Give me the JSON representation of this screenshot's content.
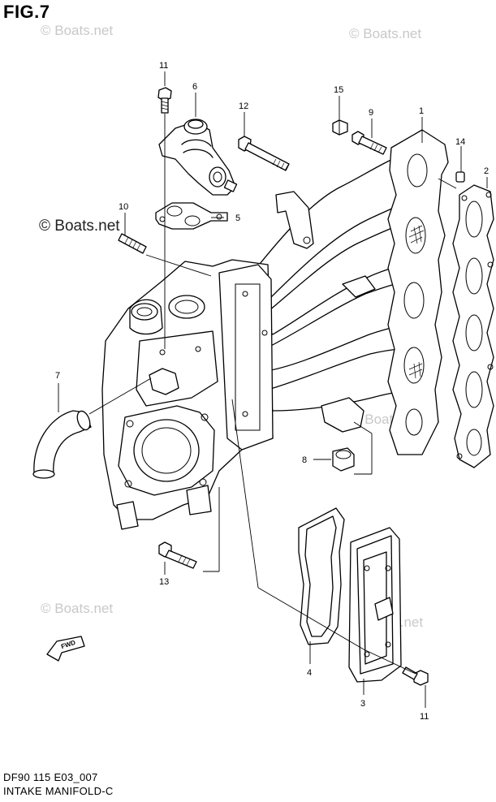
{
  "figure": {
    "title": "FIG.7"
  },
  "watermarks": {
    "light": [
      "© Boats.net",
      "© Boats.net",
      "© Boats.net",
      "© Boats.net",
      "© Boats.net"
    ],
    "dark": "© Boats.net"
  },
  "callouts": [
    "11",
    "6",
    "12",
    "15",
    "9",
    "1",
    "14",
    "2",
    "10",
    "5",
    "7",
    "8",
    "13",
    "4",
    "3",
    "11"
  ],
  "fwd_label": "FWD",
  "footer": {
    "code": "DF90 115 E03_007",
    "name": "INTAKE MANIFOLD-C"
  }
}
